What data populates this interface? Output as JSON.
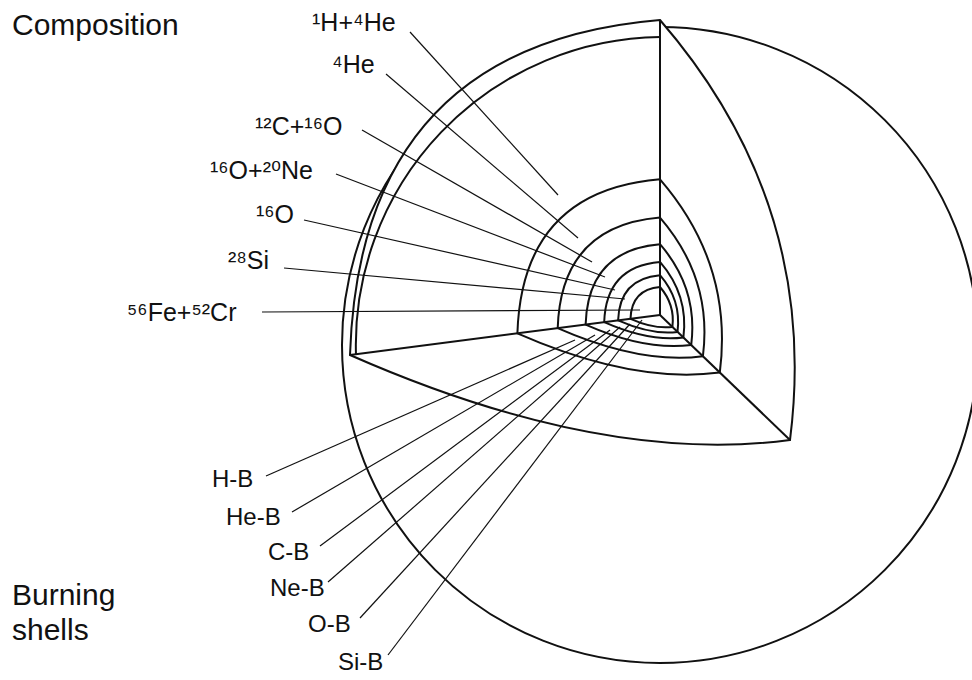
{
  "diagram": {
    "labels": [
      "Composition",
      "¹H+⁴He",
      "⁴He",
      "¹²C+¹⁶O",
      "¹⁶O+²⁰Ne",
      "¹⁶O",
      "²⁸Si",
      "⁵⁶Fe+⁵²Cr",
      "H-B",
      "He-B",
      "C-B",
      "Ne-B",
      "O-B",
      "Si-B",
      "Burning shells"
    ]
  }
}
